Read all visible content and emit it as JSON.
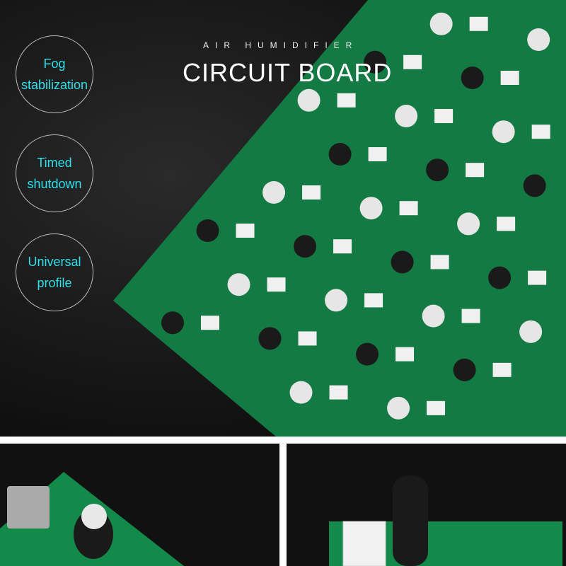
{
  "header": {
    "subtitle": "AIR HUMIDIFIER",
    "title": "CIRCUIT BOARD"
  },
  "features": [
    {
      "line1": "Fog",
      "line2": "stabilization"
    },
    {
      "line1": "Timed",
      "line2": "shutdown"
    },
    {
      "line1": "Universal",
      "line2": "profile"
    }
  ],
  "colors": {
    "accent": "#2ee0ea",
    "pcb": "#137a43",
    "background": "#111111"
  }
}
